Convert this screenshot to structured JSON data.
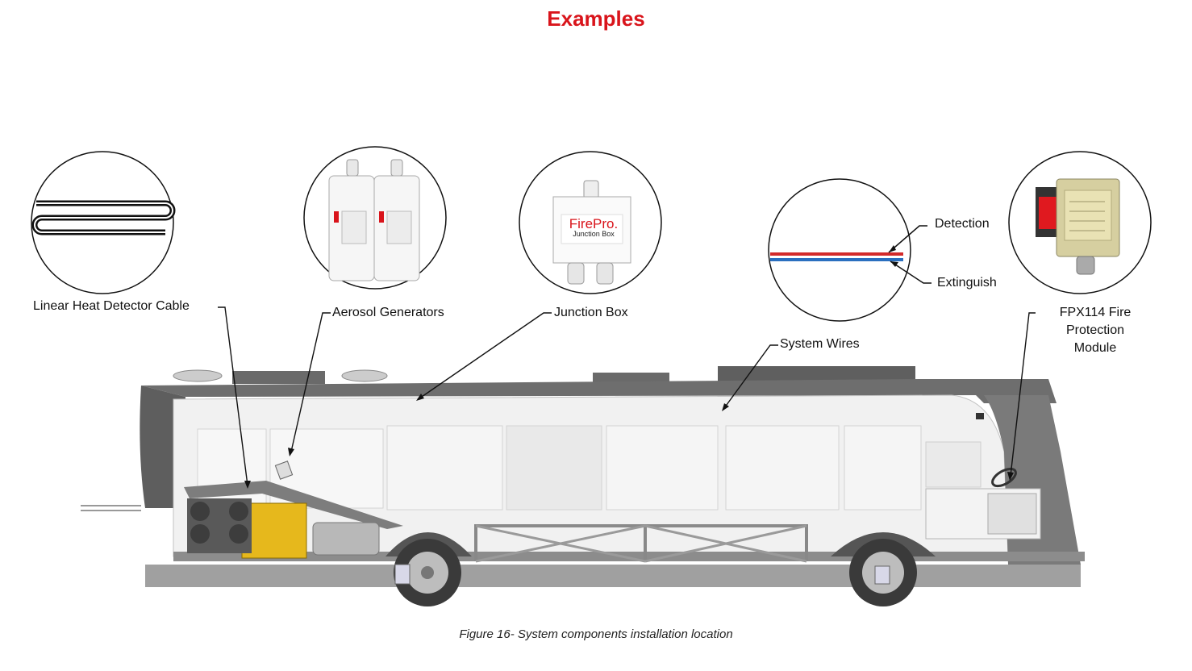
{
  "title": "Examples",
  "labels": {
    "heat_cable": "Linear Heat Detector  Cable",
    "aerosol": "Aerosol Generators",
    "junction": "Junction Box",
    "system_wires": "System Wires",
    "detection": "Detection",
    "extinguish": "Extinguish",
    "fpx": "FPX114 Fire Protection Module"
  },
  "junction_box_brand": "FirePro.",
  "junction_box_text": "Junction Box",
  "caption": "Figure 16- System components installation location",
  "colors": {
    "title": "#d9141b",
    "detection_wire": "#d32a2a",
    "extinguish_wire": "#2a6fbf",
    "engine": "#e6b81c"
  }
}
